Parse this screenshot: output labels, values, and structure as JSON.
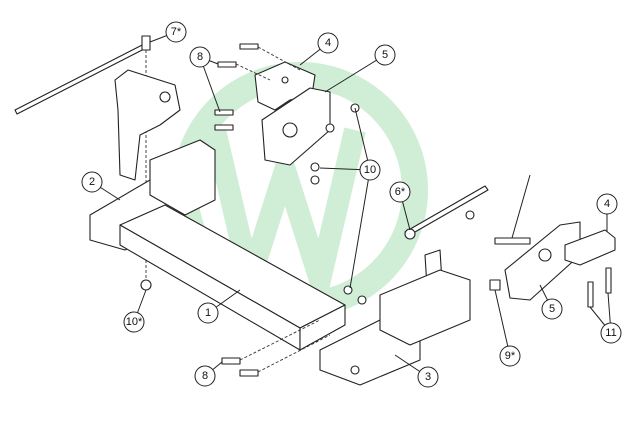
{
  "diagram": {
    "title": "Mount assembly exploded view",
    "watermark_color": "#2fb34a",
    "callouts": [
      {
        "id": "c7s",
        "label": "7*"
      },
      {
        "id": "c8a",
        "label": "8"
      },
      {
        "id": "c4a",
        "label": "4"
      },
      {
        "id": "c5a",
        "label": "5"
      },
      {
        "id": "c2",
        "label": "2"
      },
      {
        "id": "c10",
        "label": "10"
      },
      {
        "id": "c6s",
        "label": "6*"
      },
      {
        "id": "c1",
        "label": "1"
      },
      {
        "id": "c10s",
        "label": "10*"
      },
      {
        "id": "c8b",
        "label": "8"
      },
      {
        "id": "c3",
        "label": "3"
      },
      {
        "id": "c9s",
        "label": "9*"
      },
      {
        "id": "c5b",
        "label": "5"
      },
      {
        "id": "c4b",
        "label": "4"
      },
      {
        "id": "c11",
        "label": "11"
      }
    ]
  }
}
